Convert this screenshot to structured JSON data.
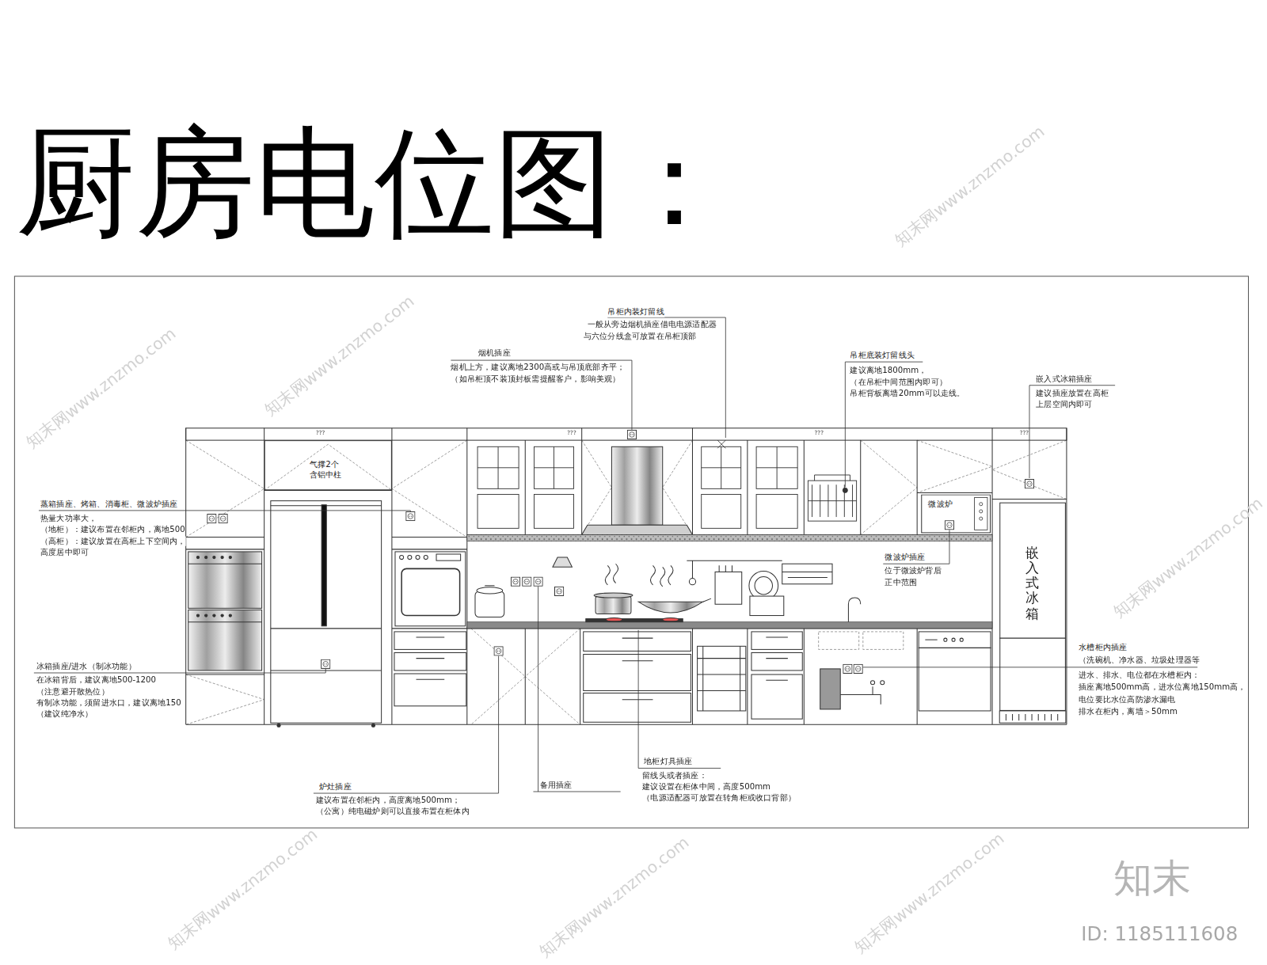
{
  "diagram": {
    "title": "厨房电位图：",
    "nodes": [
      {
        "text": [
          "气撑2个 含铝中柱"
        ]
      },
      {
        "text": [
          "微波炉"
        ]
      },
      {
        "text": [
          "嵌入式冰箱"
        ]
      }
    ],
    "labels": [
      "吊柜内装灯留线",
      "一般从旁边烟机插座借电电源适配器",
      "与六位分线盒可放置在吊柜顶部",
      "烟机插座",
      "烟机上方，建议离地2300高或与吊顶底部齐平；",
      "（如吊柜顶不装顶封板需提醒客户，影响美观）",
      "吊柜底装灯留线头",
      "建议离地1800mm，",
      "（在吊柜中间范围内即可）",
      "吊柜背板离墙20mm可以走线。",
      "嵌入式冰箱插座",
      "建议插座放置在高柜",
      "上层空间内即可",
      "蒸箱插座、烤箱、消毒柜、微波炉插座",
      "热量大功率大，",
      "（地柜）：建议布置在邻柜内，离地500",
      "（高柜）：建议放置在高柜上下空间内，",
      "高度居中即可",
      "冰箱插座/进水（制冰功能）",
      "在冰箱背后，建议离地500-1200",
      "（注意避开散热位）",
      "有制冰功能，须留进水口，建议离地150",
      "（建议纯净水）",
      "微波炉插座",
      "位于微波炉背后",
      "正中范围",
      "水槽柜内插座",
      "（洗碗机、净水器、垃圾处理器等",
      "进水、排水、电位都在水槽柜内：",
      "插座离地500mm高，进水位离地150mm高，",
      "电位要比水位高防渗水漏电",
      "排水在柜内，离墙＞50mm",
      "地柜灯具插座",
      "留线头或者插座：",
      "建议设置在柜体中间，高度500mm",
      "（电源适配器可放置在转角柜或收口背部）",
      "炉灶插座",
      "建议布置在邻柜内，高度离地500mm；",
      "（公寓）纯电磁炉则可以直接布置在柜体内",
      "备用插座",
      "???",
      "???",
      "???",
      "???",
      "知末网www.znzmo.com",
      "知末网www.znzmo.com",
      "知末网www.znzmo.com",
      "知末网www.znzmo.com",
      "知末网www.znzmo.com",
      "知末网www.znzmo.com",
      "知末网www.znzmo.com",
      "知末",
      "ID: 1185111608"
    ]
  }
}
